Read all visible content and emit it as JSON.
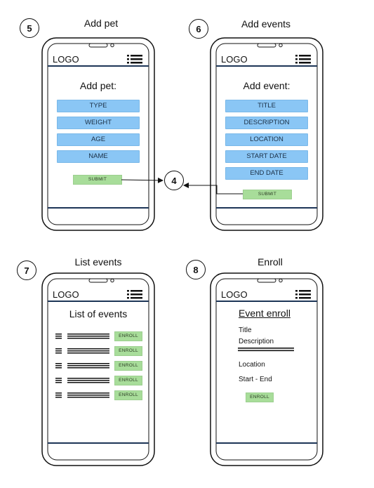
{
  "screens": {
    "add_pet": {
      "step": "5",
      "title": "Add pet",
      "logo": "LOGO",
      "heading": "Add pet:",
      "fields": [
        "TYPE",
        "WEIGHT",
        "AGE",
        "NAME"
      ],
      "submit": "SUBMIT"
    },
    "add_events": {
      "step": "6",
      "title": "Add events",
      "logo": "LOGO",
      "heading": "Add event:",
      "fields": [
        "TITLE",
        "DESCRIPTION",
        "LOCATION",
        "START DATE",
        "END DATE"
      ],
      "submit": "SUBMIT"
    },
    "list_events": {
      "step": "7",
      "title": "List events",
      "logo": "LOGO",
      "heading": "List of events",
      "enroll_buttons": [
        "ENROLL",
        "ENROLL",
        "ENROLL",
        "ENROLL",
        "ENROLL"
      ]
    },
    "enroll": {
      "step": "8",
      "title": "Enroll",
      "logo": "LOGO",
      "heading": "Event enroll",
      "title_label": "Title",
      "description_label": "Description",
      "location_label": "Location",
      "dates_label": "Start - End",
      "enroll_button": "ENROLL"
    }
  },
  "connector": {
    "target": "4"
  },
  "colors": {
    "field": "#8ac6f5",
    "button": "#a8dd9a",
    "header_line": "#1d3557"
  }
}
